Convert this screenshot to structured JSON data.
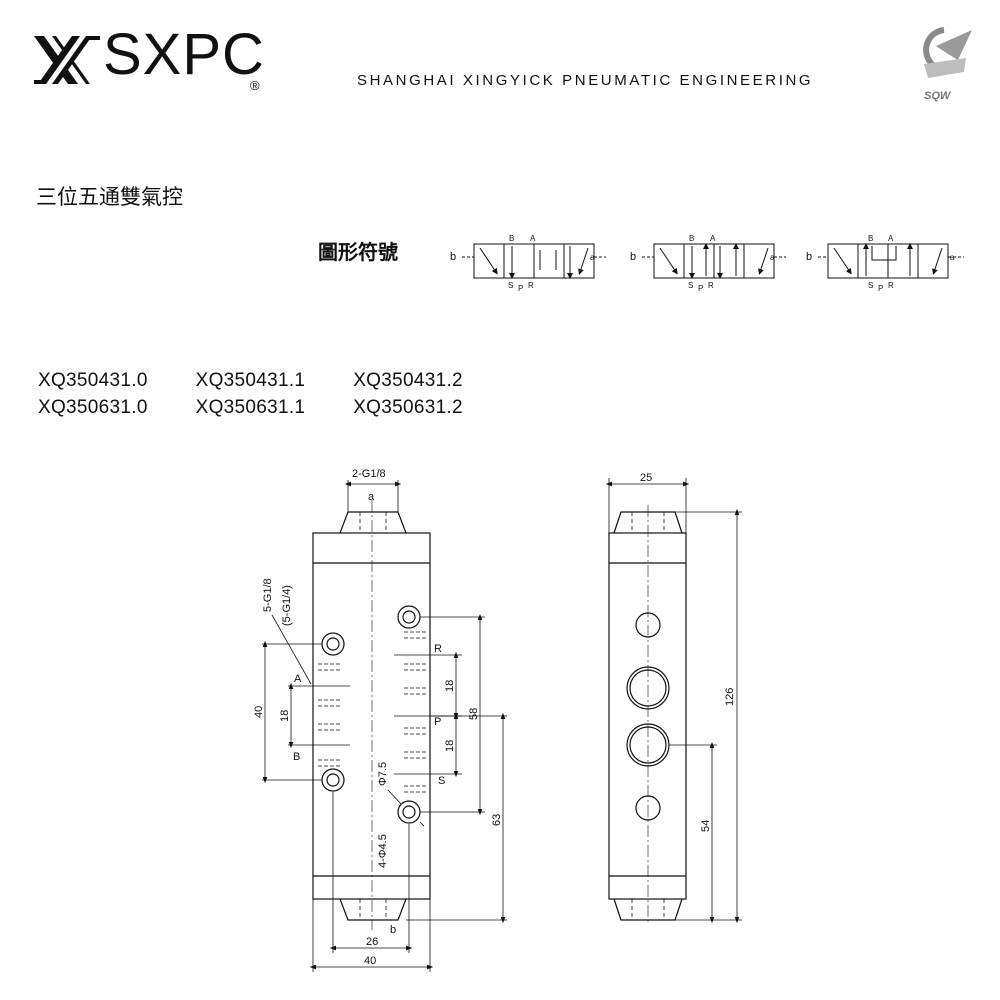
{
  "header": {
    "brand": "SXPC",
    "brand_reg": "®",
    "company": "SHANGHAI XINGYICK PNEUMATIC ENGINEERING",
    "sqw_logo_text": "SQW"
  },
  "title": "三位五通雙氣控",
  "symbol_section": {
    "title": "圖形符號",
    "symbols": [
      {
        "left": "b",
        "right": "a",
        "top": [
          "B",
          "A"
        ],
        "bottom": [
          "S",
          "P",
          "R"
        ]
      },
      {
        "left": "b",
        "right": "a",
        "top": [
          "B",
          "A"
        ],
        "bottom": [
          "S",
          "P",
          "R"
        ]
      },
      {
        "left": "b",
        "right": "a",
        "top": [
          "B",
          "A"
        ],
        "bottom": [
          "S",
          "P",
          "R"
        ]
      }
    ]
  },
  "models": {
    "row1": [
      "XQ350431.0",
      "XQ350431.1",
      "XQ350431.2"
    ],
    "row2": [
      "XQ350631.0",
      "XQ350631.1",
      "XQ350631.2"
    ]
  },
  "drawing": {
    "front": {
      "top_port": "2-G1/8",
      "port_a": "a",
      "port_b": "b",
      "side_ports_1": "5-G1/8",
      "side_ports_2": "(5-G1/4)",
      "label_A": "A",
      "label_B": "B",
      "label_R": "R",
      "label_P": "P",
      "label_S": "S",
      "dim_40_left": "40",
      "dim_18_left": "18",
      "dim_18_r": "18",
      "dim_18_p": "18",
      "dim_58": "58",
      "dim_63": "63",
      "dim_26": "26",
      "dim_40_bottom": "40",
      "hole_big": "Φ7.5",
      "hole_small": "4-Φ4.5"
    },
    "side": {
      "dim_25": "25",
      "dim_126": "126",
      "dim_54": "54"
    }
  }
}
